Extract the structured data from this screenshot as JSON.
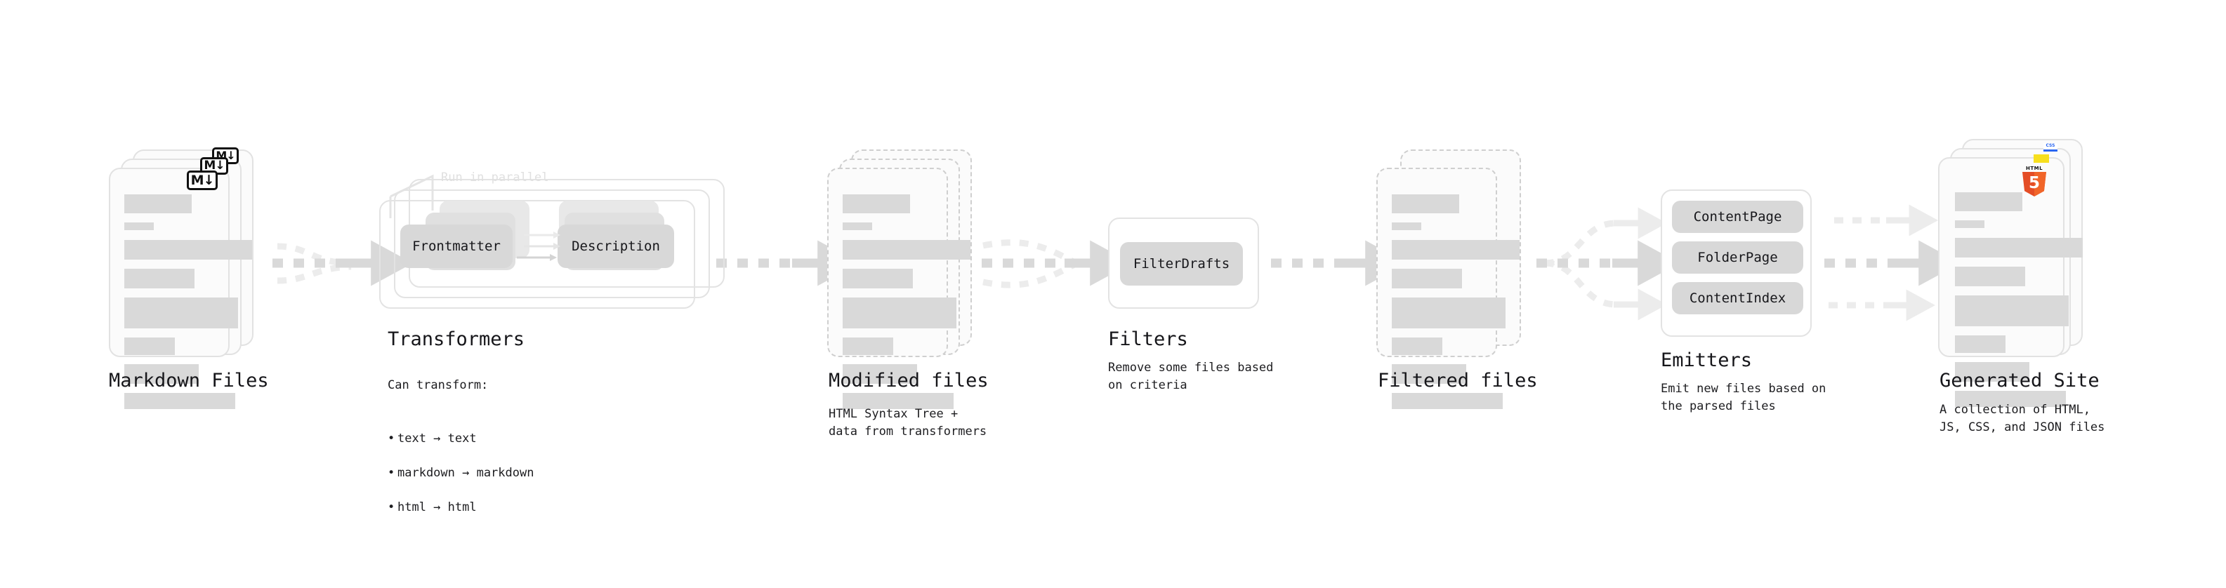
{
  "colors": {
    "arrow": "#d9d9d9",
    "arrow_faint": "#ececec",
    "bar": "#d9d9d9",
    "card_border": "#e2e2e2",
    "dashed_border": "#cfcfcf",
    "chip": "#d8d8d8",
    "text": "#16161a",
    "muted_label": "#e0e0e0",
    "html5_orange": "#e44d26",
    "html5_orange_light": "#f16529",
    "css_blue": "#2965f1",
    "js_yellow": "#f7df1e"
  },
  "stages": [
    {
      "id": "markdown-files",
      "title": "Markdown Files",
      "subtitle": "",
      "kind": "document-stack",
      "badge": "markdown-icon",
      "badge_text": "M↓"
    },
    {
      "id": "transformers",
      "title": "Transformers",
      "subtitle": "Can transform:",
      "kind": "group-stack",
      "annotation": "Run in parallel",
      "chips": [
        "Frontmatter",
        "Description"
      ],
      "bullets": [
        "text → text",
        "markdown → markdown",
        "html → html"
      ]
    },
    {
      "id": "modified-files",
      "title": "Modified files",
      "subtitle": "HTML Syntax Tree +\ndata from transformers",
      "kind": "document-stack-dashed"
    },
    {
      "id": "filters",
      "title": "Filters",
      "subtitle": "Remove some files based\non criteria",
      "kind": "group",
      "chips": [
        "FilterDrafts"
      ]
    },
    {
      "id": "filtered-files",
      "title": "Filtered files",
      "subtitle": "",
      "kind": "document-stack-dashed"
    },
    {
      "id": "emitters",
      "title": "Emitters",
      "subtitle": "Emit new files based on\nthe parsed files",
      "kind": "group",
      "chips": [
        "ContentPage",
        "FolderPage",
        "ContentIndex"
      ]
    },
    {
      "id": "generated-site",
      "title": "Generated Site",
      "subtitle": "A collection of HTML,\nJS, CSS, and JSON files",
      "kind": "document-stack",
      "badges": [
        "html5-icon",
        "js-icon",
        "css-icon"
      ],
      "badge_css_text": "CSS"
    }
  ],
  "connectors": [
    {
      "id": "md-to-transformers",
      "type": "converging-arrow",
      "branches": 3
    },
    {
      "id": "transformers-to-modified",
      "type": "arrow",
      "branches": 1
    },
    {
      "id": "modified-to-filters",
      "type": "converging-arrow",
      "branches": 3
    },
    {
      "id": "filters-to-filtered",
      "type": "arrow",
      "branches": 1
    },
    {
      "id": "filtered-to-emitters",
      "type": "diverging-arrow",
      "branches": 3
    },
    {
      "id": "emitters-to-site",
      "type": "parallel-arrows",
      "branches": 3
    }
  ],
  "doc_bars": [
    {
      "w": 96,
      "h": 27
    },
    {
      "w": 42,
      "h": 11
    },
    {
      "w": 182,
      "h": 28
    },
    {
      "w": 100,
      "h": 28
    },
    {
      "w": 162,
      "h": 44
    },
    {
      "w": 72,
      "h": 25
    },
    {
      "w": 106,
      "h": 28
    },
    {
      "w": 158,
      "h": 23
    }
  ]
}
